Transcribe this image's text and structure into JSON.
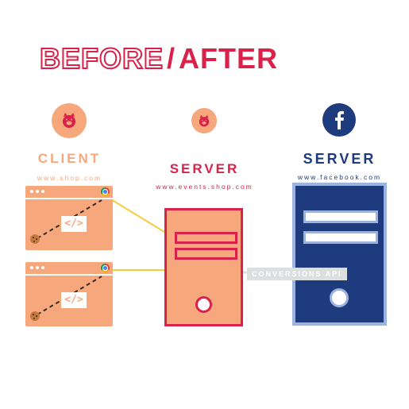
{
  "title": {
    "before": "BEFORE",
    "slash": "/",
    "after": "AFTER"
  },
  "columns": {
    "client": {
      "label": "CLIENT",
      "url": "www.shop.com"
    },
    "events_server": {
      "label": "SERVER",
      "url": "www.events.shop.com"
    },
    "facebook_server": {
      "label": "SERVER",
      "url": "www.facebook.com"
    }
  },
  "browser_windows": [
    {
      "code": "</>"
    },
    {
      "code": "</>"
    }
  ],
  "connector_label": "CONVERSIONS API",
  "colors": {
    "accent_red": "#d9214a",
    "client_orange": "#f7a77c",
    "facebook_blue": "#1e3b7d",
    "connector_yellow": "#f6cc3c"
  }
}
